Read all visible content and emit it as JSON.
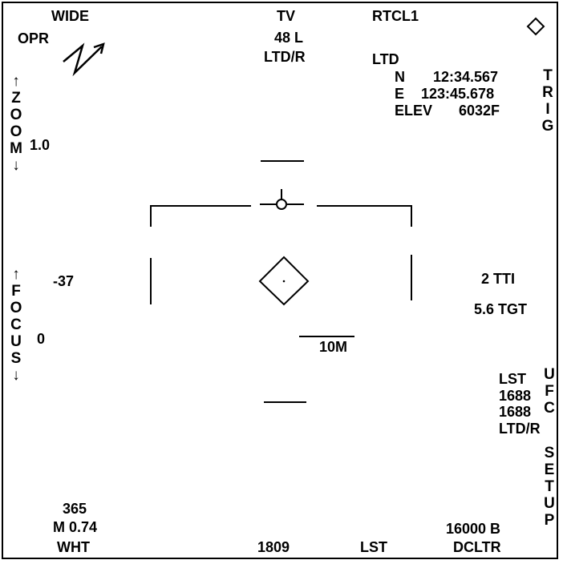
{
  "top": {
    "fov": "WIDE",
    "sensor": "TV",
    "reticle": "RTCL1",
    "mode": "OPR",
    "laser_code": "48 L",
    "laser_status": "LTD/R"
  },
  "coords": {
    "ltd_label": "LTD",
    "n_label": "N",
    "n_value": "12:34.567",
    "e_label": "E",
    "e_value": "123:45.678",
    "elev_label": "ELEV",
    "elev_value": "6032F"
  },
  "side_buttons": {
    "trig": [
      "T",
      "R",
      "I",
      "G"
    ],
    "zoom": [
      "Z",
      "O",
      "O",
      "M"
    ],
    "focus": [
      "F",
      "O",
      "C",
      "U",
      "S"
    ],
    "ufc": [
      "U",
      "F",
      "C"
    ],
    "setup": [
      "S",
      "E",
      "T",
      "U",
      "P"
    ],
    "up_arrow": "↑",
    "down_arrow": "↓"
  },
  "zoom_value": "1.0",
  "focus_values": {
    "upper": "-37",
    "lower": "0"
  },
  "right_info": {
    "tti": "2 TTI",
    "tgt": "5.6 TGT",
    "lst_lines": [
      "LST",
      "1688",
      "1688",
      "LTD/R"
    ]
  },
  "scale_label": "10M",
  "bottom_left": [
    "365",
    "M 0.74",
    "WHT"
  ],
  "bottom": {
    "code": "1809",
    "lst": "LST",
    "altitude": "16000 B",
    "declutter": "DCLTR"
  },
  "icons": {
    "north_arrow": "north-arrow-icon",
    "diamond": "diamond-icon",
    "target_diamond": "target-diamond-icon",
    "aircraft_symbol": "aircraft-symbol-icon"
  }
}
